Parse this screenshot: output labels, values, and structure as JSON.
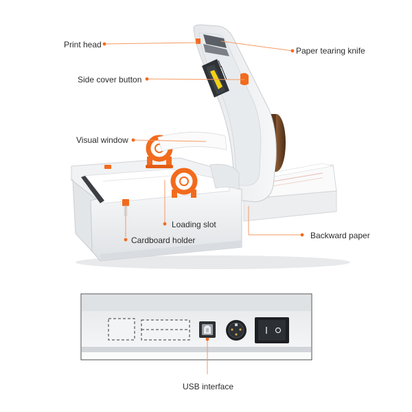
{
  "labels": {
    "print_head": "Print head",
    "paper_tearing_knife": "Paper tearing knife",
    "side_cover_button": "Side cover button",
    "visual_window": "Visual window",
    "loading_slot": "Loading slot",
    "cardboard_holder": "Cardboard holder",
    "backward_paper": "Backward paper",
    "usb_interface": "USB interface"
  },
  "colors": {
    "accent": "#f26b1d",
    "leader_line": "#f59a62",
    "label_text": "#2b2b2b",
    "printer_body": "#eef0f1",
    "printer_shadow": "#c9ccd0",
    "frame_border": "#4a4a4a"
  },
  "icons": {
    "usb": "usb-b-port-icon",
    "power_socket": "power-socket-icon",
    "power_switch": "rocker-switch-icon"
  }
}
